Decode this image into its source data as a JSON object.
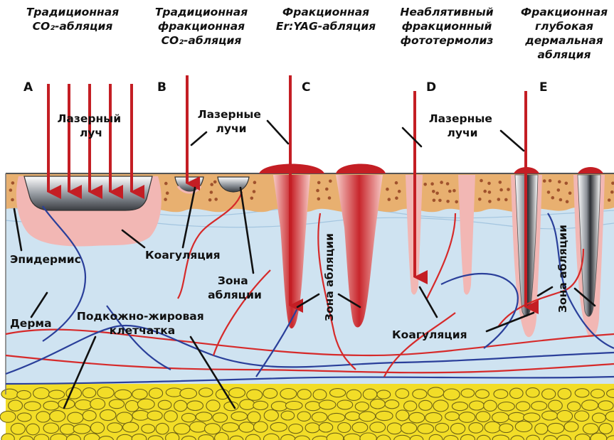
{
  "columns": [
    {
      "title_lines": [
        "Традиционная",
        "CO₂-абляция"
      ],
      "letter": "A"
    },
    {
      "title_lines": [
        "Традиционная",
        "фракционная",
        "CO₂-абляция"
      ],
      "letter": "B"
    },
    {
      "title_lines": [
        "Фракционная",
        "Er:YAG-абляция"
      ],
      "letter": "C"
    },
    {
      "title_lines": [
        "Неаблятивный",
        "фракционный",
        "фототермолиз"
      ],
      "letter": "D"
    },
    {
      "title_lines": [
        "Фракционная",
        "глубокая",
        "дермальная",
        "абляция"
      ],
      "letter": "E"
    }
  ],
  "labels": {
    "laser_beam": [
      "Лазерный",
      "луч"
    ],
    "laser_beams_b": [
      "Лазерные",
      "лучи"
    ],
    "laser_beams_d": [
      "Лазерные",
      "лучи"
    ],
    "epidermis": "Эпидермис",
    "dermis": "Дерма",
    "subcutaneous": [
      "Подкожно-жировая",
      "клетчатка"
    ],
    "coagulation_b": "Коагуляция",
    "ablation_zone_b": [
      "Зона",
      "абляции"
    ],
    "ablation_zone_c": "Зона абляции",
    "coagulation_d": "Коагуляция",
    "ablation_zone_e": "Зона абляции"
  },
  "colors": {
    "laser": "#c41e24",
    "epidermis": "#e8b070",
    "melanin_dot": "#a0522d",
    "dermis": "#cfe3f1",
    "coagulation": "#f2b7b4",
    "fat": "#f2dd27",
    "fat_outline": "#6e6216",
    "blood_artery": "#d62a2a",
    "blood_vein": "#2a3f9a"
  },
  "icons": [
    "laser-arrow-icon",
    "fat-cell-icon",
    "melanin-dot-icon"
  ]
}
